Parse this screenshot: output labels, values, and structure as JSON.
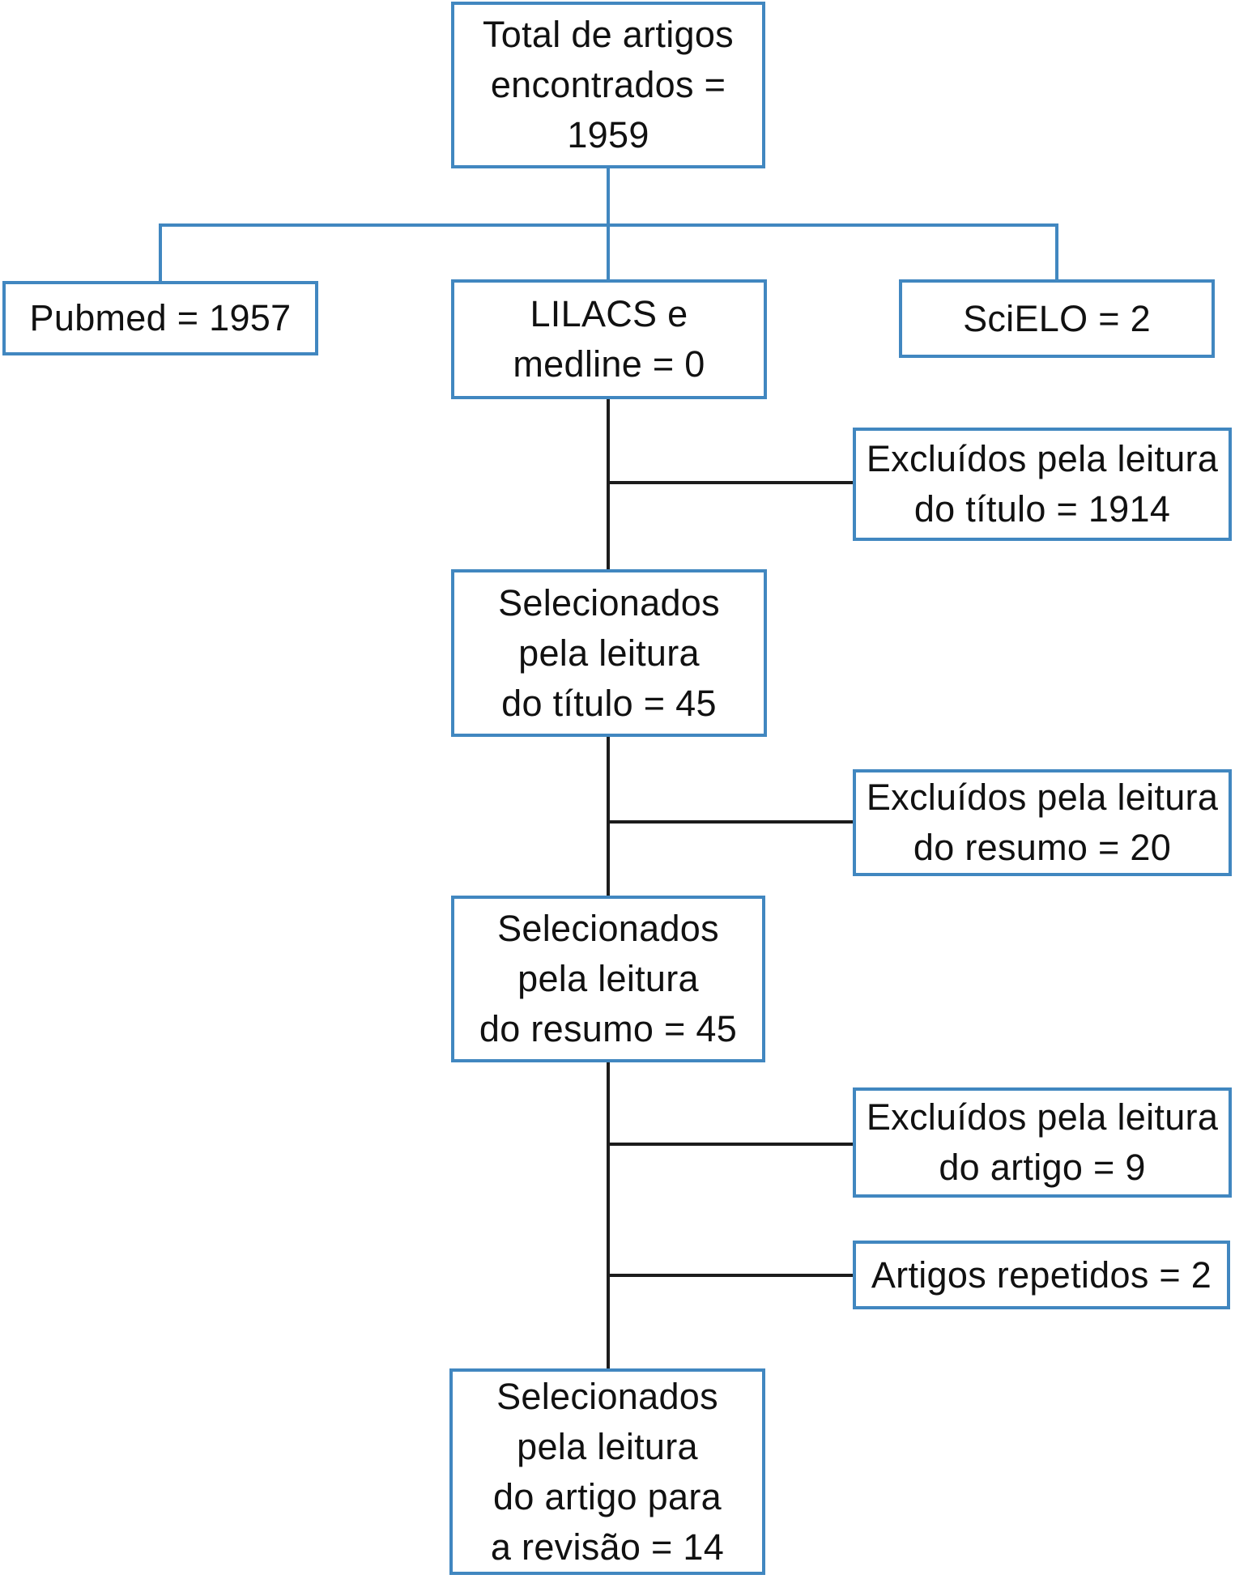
{
  "diagram": {
    "type": "flowchart",
    "language": "pt",
    "colors": {
      "box_border": "#4187c0",
      "connector_blue": "#4187c0",
      "connector_black": "#1c1c1c",
      "text": "#111111",
      "background": "#ffffff"
    },
    "boxes": {
      "total": {
        "lines": [
          "Total de artigos",
          "encontrados =",
          "1959"
        ]
      },
      "pubmed": {
        "lines": [
          "Pubmed = 1957"
        ]
      },
      "lilacs": {
        "lines": [
          "LILACS e",
          "medline = 0"
        ]
      },
      "scielo": {
        "lines": [
          "SciELO = 2"
        ]
      },
      "excluded_title": {
        "lines": [
          "Excluídos pela leitura",
          "do título = 1914"
        ]
      },
      "selected_title": {
        "lines": [
          "Selecionados",
          "pela leitura",
          "do título = 45"
        ]
      },
      "excluded_abstract": {
        "lines": [
          "Excluídos pela leitura",
          "do resumo = 20"
        ]
      },
      "selected_abstract": {
        "lines": [
          "Selecionados",
          "pela leitura",
          "do resumo = 45"
        ]
      },
      "excluded_fulltext": {
        "lines": [
          "Excluídos pela leitura",
          "do artigo = 9"
        ]
      },
      "repeated": {
        "lines": [
          "Artigos repetidos = 2"
        ]
      },
      "final": {
        "lines": [
          "Selecionados",
          "pela leitura",
          "do artigo para",
          "a revisão = 14"
        ]
      }
    },
    "values": {
      "total_found": 1959,
      "pubmed": 1957,
      "lilacs_medline": 0,
      "scielo": 2,
      "excluded_by_title": 1914,
      "selected_by_title": 45,
      "excluded_by_abstract": 20,
      "selected_by_abstract": 45,
      "excluded_by_article": 9,
      "repeated_articles": 2,
      "selected_for_review": 14
    }
  }
}
